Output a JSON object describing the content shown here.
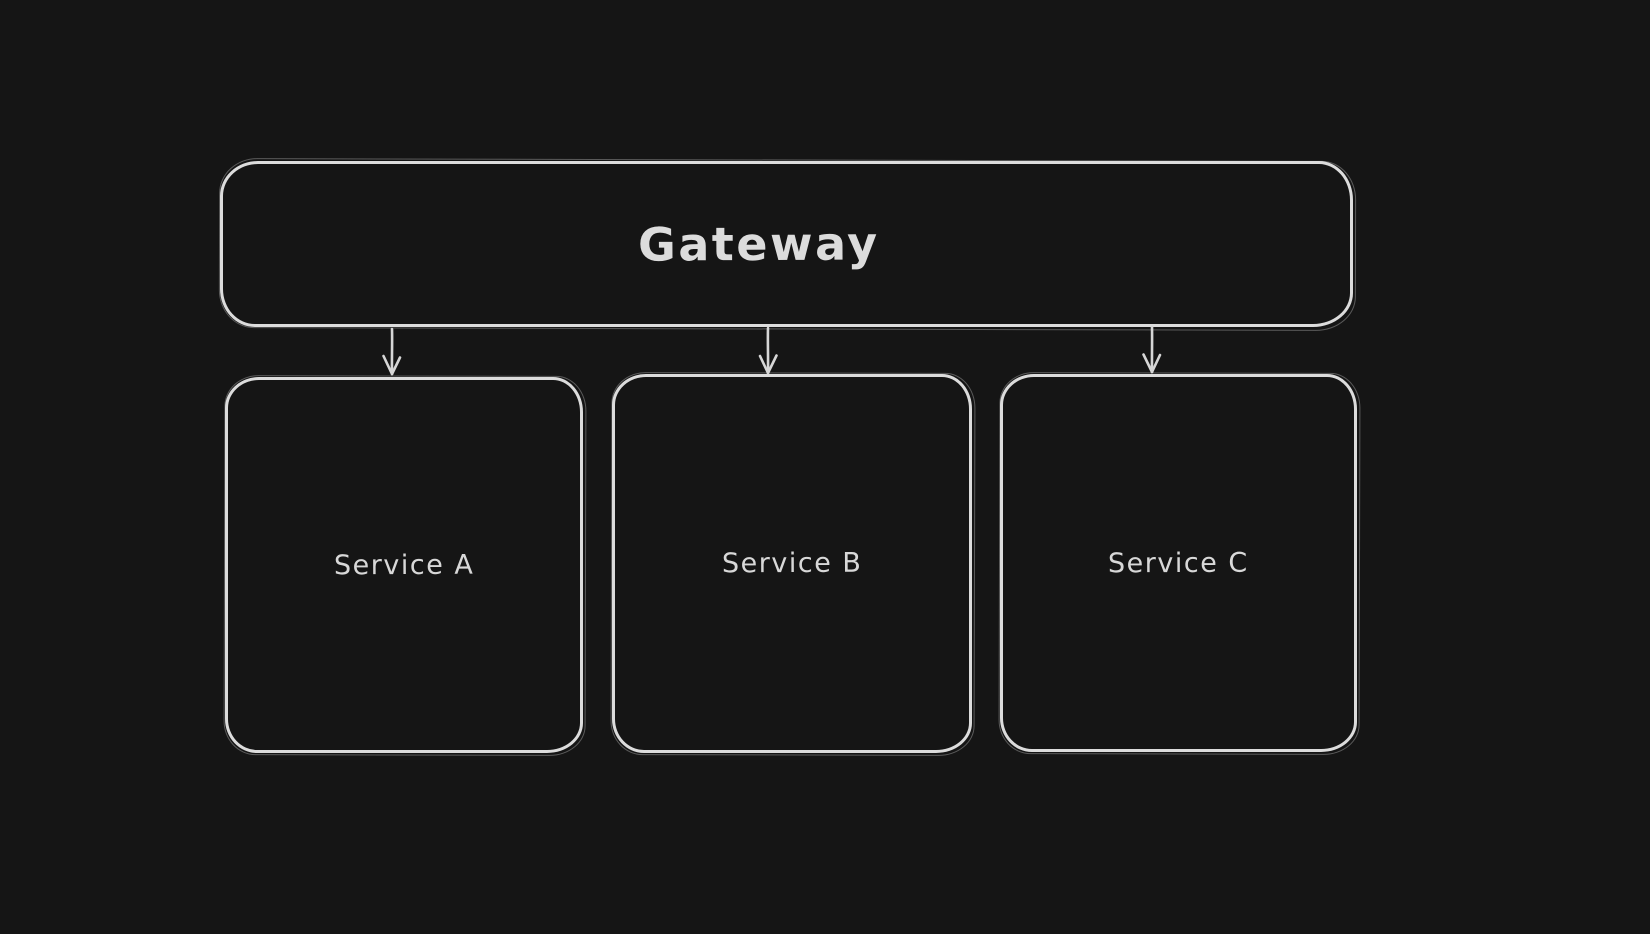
{
  "canvas": {
    "background_color": "#151515",
    "stroke_color": "#dcdcdc",
    "text_color": "#d8d8d8"
  },
  "diagram": {
    "gateway": {
      "label": "Gateway"
    },
    "services": [
      {
        "label": "Service A"
      },
      {
        "label": "Service B"
      },
      {
        "label": "Service C"
      }
    ],
    "connections": [
      {
        "from": "Gateway",
        "to": "Service A"
      },
      {
        "from": "Gateway",
        "to": "Service B"
      },
      {
        "from": "Gateway",
        "to": "Service C"
      }
    ]
  }
}
